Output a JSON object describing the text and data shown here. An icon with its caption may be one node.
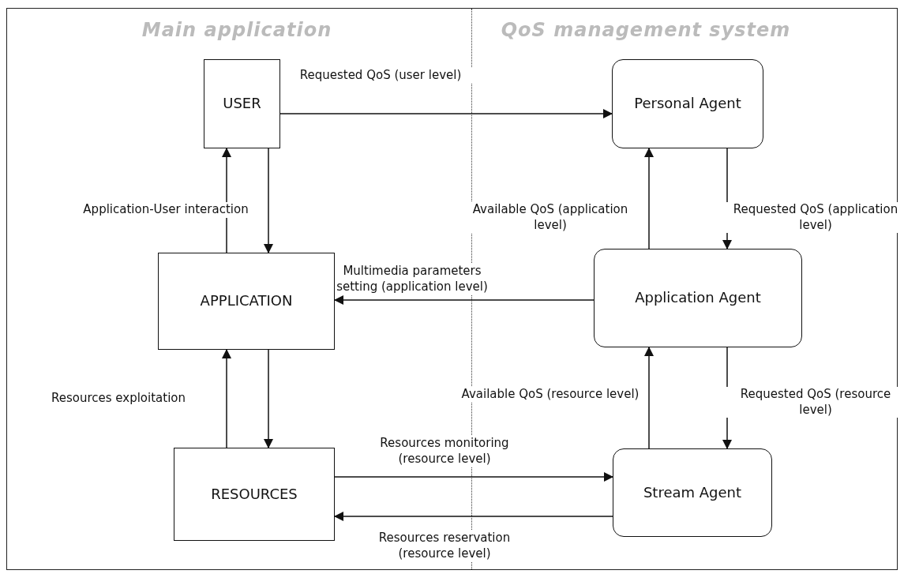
{
  "diagram": {
    "nodes": [
      {
        "text": [
          "USER"
        ]
      },
      {
        "text": [
          "APPLICATION"
        ]
      },
      {
        "text": [
          "RESOURCES"
        ]
      },
      {
        "text": [
          "Personal Agent"
        ]
      },
      {
        "text": [
          "Application Agent"
        ]
      },
      {
        "text": [
          "Stream Agent"
        ]
      }
    ],
    "edges": [
      {
        "from": 0,
        "to": 3,
        "arrow": "to",
        "label": "Requested QoS (user level)"
      },
      {
        "from": 1,
        "to": 0,
        "arrow": "to",
        "label": "Application-User interaction"
      },
      {
        "from": 0,
        "to": 1,
        "arrow": "to"
      },
      {
        "from": 4,
        "to": 3,
        "arrow": "to",
        "label": "Available QoS (application level)"
      },
      {
        "from": 3,
        "to": 4,
        "arrow": "to",
        "label": "Requested QoS (application level)"
      },
      {
        "from": 4,
        "to": 1,
        "arrow": "to",
        "label": "Multimedia parameters setting (application level)"
      },
      {
        "from": 2,
        "to": 1,
        "arrow": "to",
        "label": "Resources exploitation"
      },
      {
        "from": 1,
        "to": 2,
        "arrow": "to"
      },
      {
        "from": 5,
        "to": 4,
        "arrow": "to",
        "label": "Available QoS (resource level)"
      },
      {
        "from": 4,
        "to": 5,
        "arrow": "to",
        "label": "Requested QoS (resource level)"
      },
      {
        "from": 2,
        "to": 5,
        "arrow": "to",
        "label": "Resources monitoring (resource level)"
      },
      {
        "from": 5,
        "to": 2,
        "arrow": "to",
        "label": "Resources reservation (resource level)"
      }
    ],
    "labels": [
      "Main application",
      "QoS management system"
    ]
  }
}
